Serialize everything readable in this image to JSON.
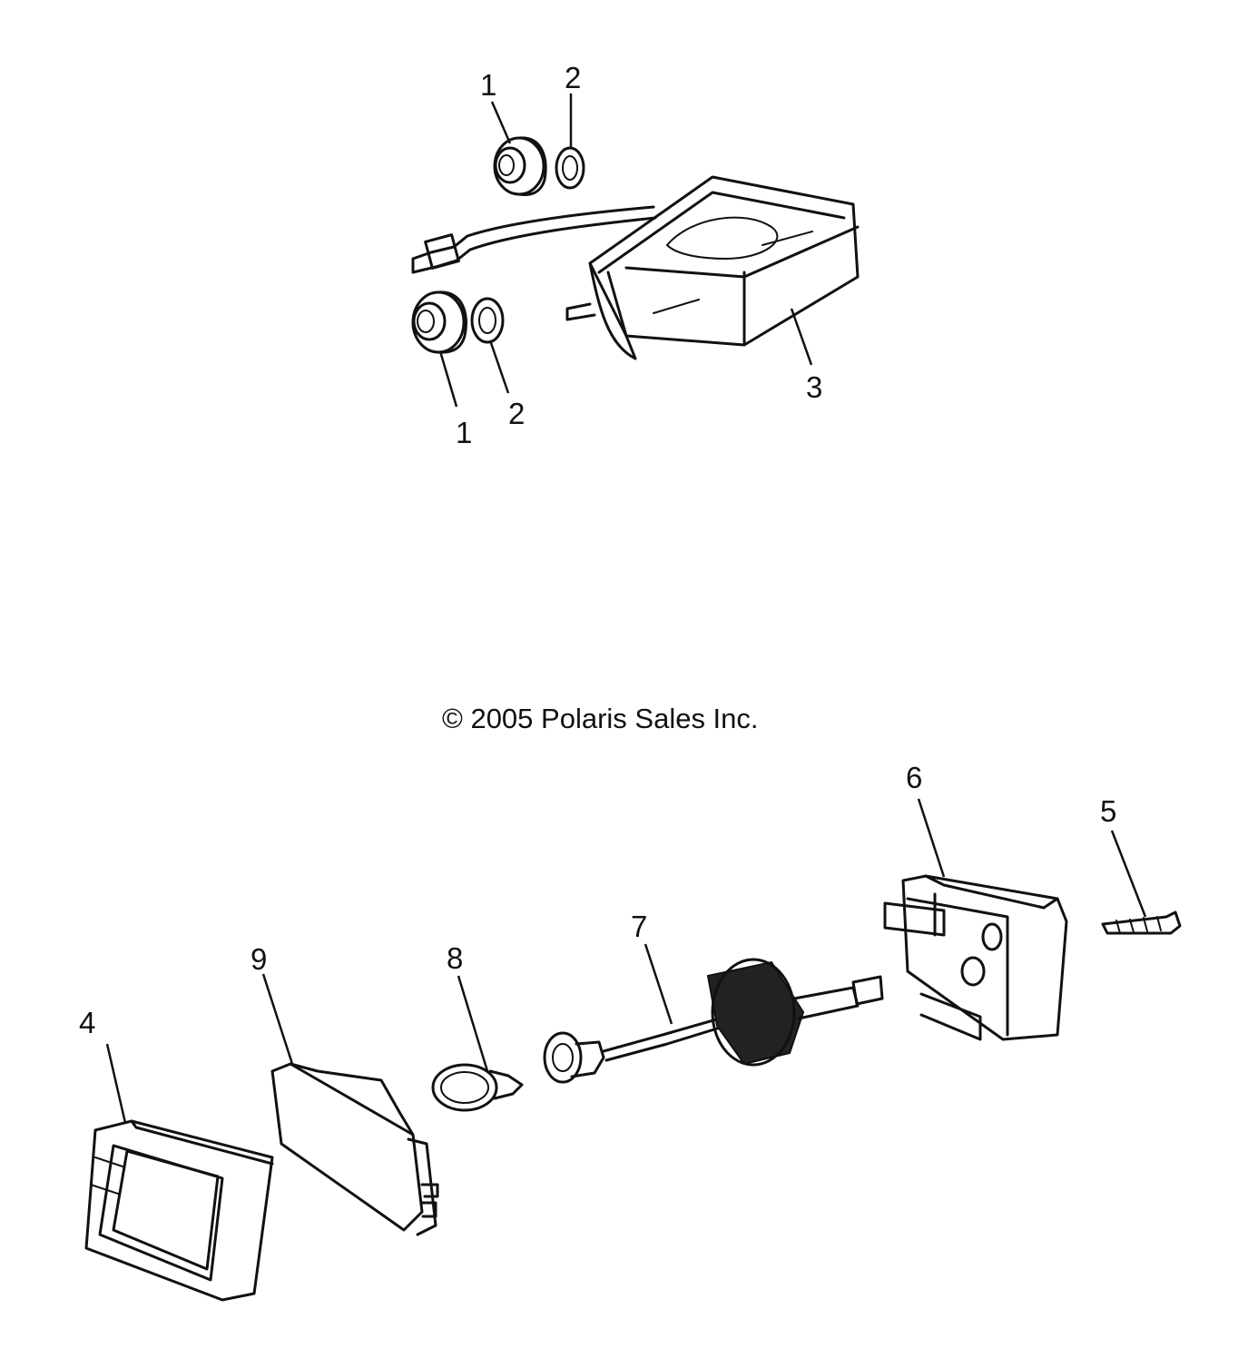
{
  "copyright": "© 2005 Polaris Sales Inc.",
  "callouts": {
    "c1a": "1",
    "c2a": "2",
    "c1b": "1",
    "c2b": "2",
    "c3": "3",
    "c4": "4",
    "c5": "5",
    "c6": "6",
    "c7": "7",
    "c8": "8",
    "c9": "9"
  }
}
